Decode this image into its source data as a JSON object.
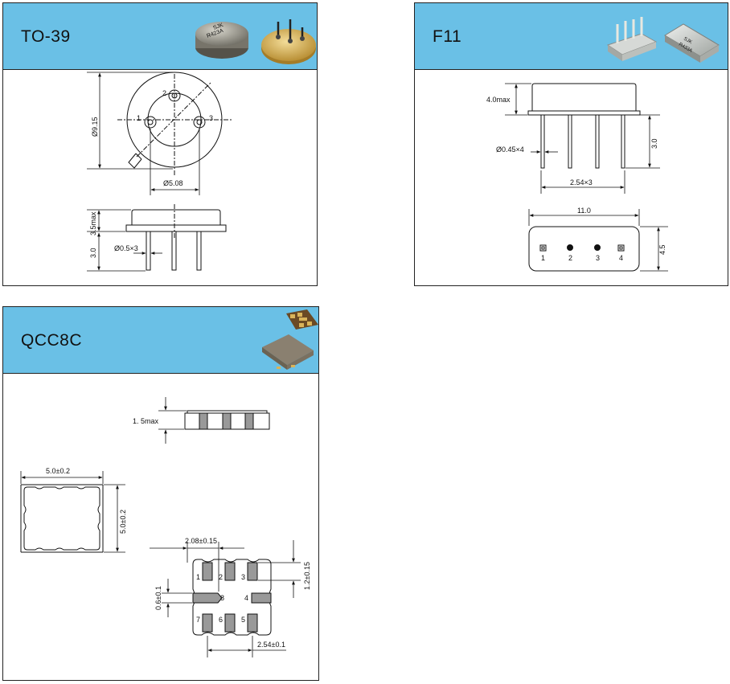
{
  "panels": {
    "to39": {
      "title": "TO-39",
      "pins": [
        "1",
        "2",
        "3"
      ],
      "dims": {
        "dia": "Ø9.15",
        "pitch": "Ø5.08",
        "height": "3.5max",
        "lead": "3.0",
        "lead_dia": "Ø0.5×3"
      },
      "photo_marking": [
        "SJK",
        "R423A"
      ]
    },
    "f11": {
      "title": "F11",
      "pins": [
        "1",
        "2",
        "3",
        "4"
      ],
      "dims": {
        "height": "4.0max",
        "lead_dia": "Ø0.45×4",
        "lead": "3.0",
        "pitch": "2.54×3",
        "width": "11.0",
        "depth": "4.5"
      },
      "photo_marking": [
        "SJK",
        "R433A"
      ]
    },
    "qcc8c": {
      "title": "QCC8C",
      "pins": [
        "1",
        "2",
        "3",
        "4",
        "5",
        "6",
        "7",
        "8"
      ],
      "dims": {
        "height": "1. 5max",
        "width": "5.0±0.2",
        "length": "5.0±0.2",
        "pad_pitch": "2.08±0.15",
        "pad_len": "1.2±0.15",
        "pad_w": "0.6±0.1",
        "pitch": "2.54±0.1"
      }
    }
  },
  "colors": {
    "header": "#6ac0e6",
    "line": "#111111",
    "gold": "#c9a24a",
    "metal": "#8a8a84"
  }
}
